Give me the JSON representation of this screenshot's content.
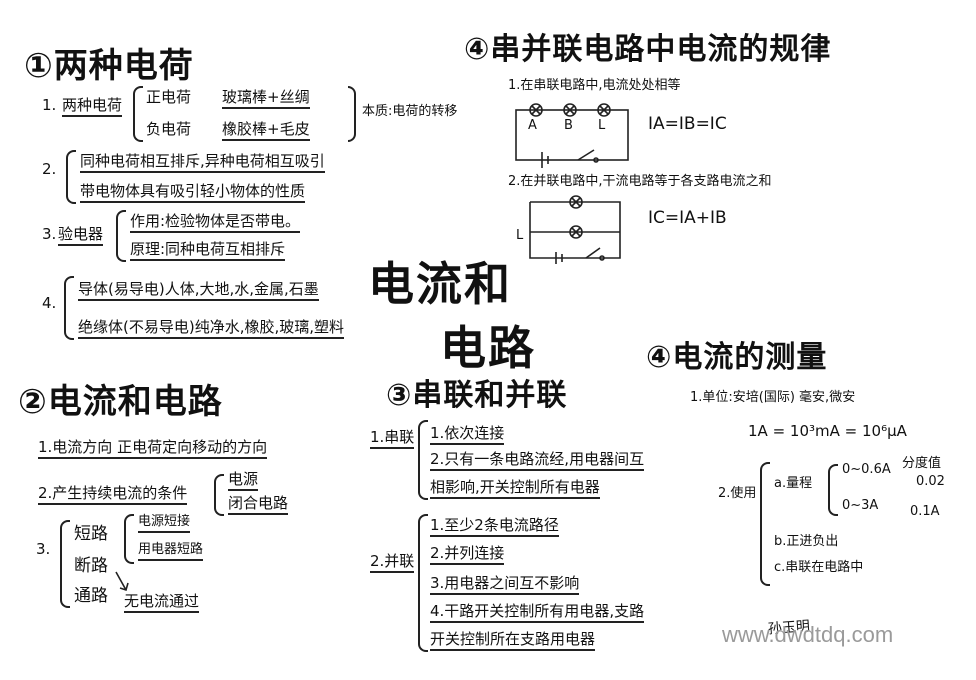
{
  "center_title": {
    "line1": "电流和",
    "line2": "电路"
  },
  "sec1": {
    "title": "①两种电荷",
    "item1_num": "1.",
    "item1_label": "两种电荷",
    "pos_label": "正电荷",
    "pos_src": "玻璃棒+丝绸",
    "neg_label": "负电荷",
    "neg_src": "橡胶棒+毛皮",
    "essence": "本质:电荷的转移",
    "item2_num": "2.",
    "item2_a": "同种电荷相互排斥,异种电荷相互吸引",
    "item2_b": "带电物体具有吸引轻小物体的性质",
    "item3_num": "3.",
    "item3_label": "验电器",
    "item3_a": "作用:检验物体是否带电。",
    "item3_b": "原理:同种电荷互相排斥",
    "item4_num": "4.",
    "item4_a": "导体(易导电)人体,大地,水,金属,石墨",
    "item4_b": "绝缘体(不易导电)纯净水,橡胶,玻璃,塑料"
  },
  "sec2": {
    "title": "②电流和电路",
    "line1": "1.电流方向 正电荷定向移动的方向",
    "line2_label": "2.产生持续电流的条件",
    "line2_a": "电源",
    "line2_b": "闭合电路",
    "item3_num": "3.",
    "short": "短路",
    "short_a": "电源短接",
    "short_b": "用电器短路",
    "open": "断路",
    "closed": "通路",
    "no_current": "无电流通过"
  },
  "sec3": {
    "title": "③串联和并联",
    "series_label": "1.串联",
    "series_a": "1.依次连接",
    "series_b": "2.只有一条电路流经,用电器间互",
    "series_c": "相影响,开关控制所有电器",
    "parallel_label": "2.并联",
    "par_1": "1.至少2条电流路径",
    "par_2": "2.并列连接",
    "par_3": "3.用电器之间互不影响",
    "par_4": "4.干路开关控制所有用电器,支路",
    "par_5": "开关控制所在支路用电器"
  },
  "sec4": {
    "title": "④串并联电路中电流的规律",
    "line1": "1.在串联电路中,电流处处相等",
    "labels": [
      "A",
      "B",
      "L"
    ],
    "formula1": "IA=IB=IC",
    "line2": "2.在并联电路中,干流电路等于各支路电流之和",
    "formula2": "IC=IA+IB",
    "par_label": "L"
  },
  "sec5": {
    "title": "④电流的测量",
    "unit": "1.单位:安培(国际) 毫安,微安",
    "conversion": "1A = 10³mA = 10⁶μA",
    "usage_label": "2.使用",
    "range_label": "a.量程",
    "range1": "0~0.6A",
    "range2": "0~3A",
    "division_label": "分度值",
    "div1": "0.02",
    "div2": "0.1A",
    "b_line": "b.正进负出",
    "c_line": "c.串联在电路中"
  },
  "signature": "孙玉明",
  "watermark": "www.dwdtdq.com"
}
